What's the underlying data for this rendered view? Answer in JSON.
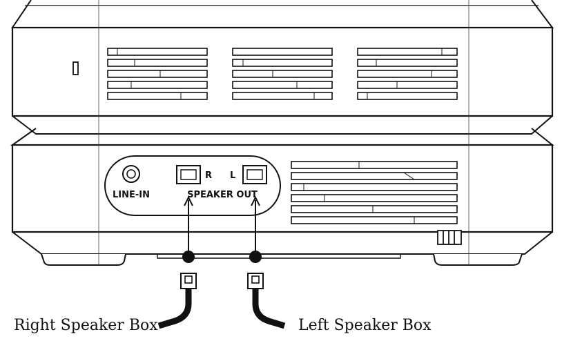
{
  "panel": {
    "line_in": "LINE-IN",
    "speaker_out": "SPEAKER OUT",
    "right_channel": "R",
    "left_channel": "L"
  },
  "captions": {
    "right": "Right Speaker Box",
    "left": "Left Speaker Box"
  }
}
